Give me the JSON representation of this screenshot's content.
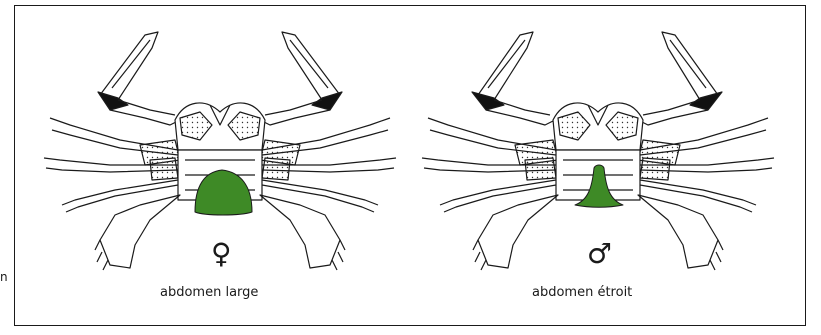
{
  "female": {
    "symbol": "♀",
    "caption": "abdomen large"
  },
  "male": {
    "symbol": "♂",
    "caption": "abdomen étroit"
  },
  "side_letter": "n",
  "colors": {
    "abdomen_fill": "#3e8a26",
    "outline": "#1a1a1a",
    "background": "#ffffff"
  }
}
